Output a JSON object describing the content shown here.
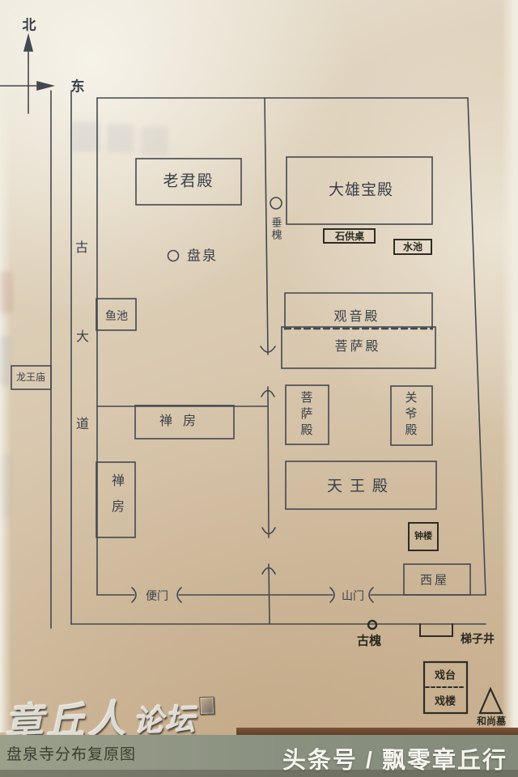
{
  "page": {
    "caption": "盘泉寺分布复原图",
    "credit": "头条号 / 飘零章丘行",
    "watermark": {
      "main": "章丘人",
      "sub": "论坛"
    }
  },
  "compass": {
    "north": "北",
    "east": "东"
  },
  "road": {
    "char1": "古",
    "char2": "大",
    "char3": "道"
  },
  "halls": {
    "laojun": "老君殿",
    "daxiong": "大雄宝殿",
    "shigongzhuo": "石供桌",
    "shuichi": "水池",
    "panquan": "盘泉",
    "chuihuai": "垂槐",
    "yuchi": "鱼池",
    "guanyin": "观音殿",
    "pusa_main": "菩萨殿",
    "pusa_east": "菩萨殿",
    "guanye": "关爷殿",
    "tianwang": "天王殿",
    "chanfang_north": "禅房",
    "chanfang_west": "禅房",
    "zhonglou": "钟楼",
    "xiwu": "西屋"
  },
  "gates": {
    "bianmen": "便门",
    "shanmen": "山门"
  },
  "outside": {
    "longwangmiao": "龙王庙",
    "guhuai": "古槐",
    "tizijing": "梯子井",
    "xitai": "戏台",
    "xilou": "戏楼",
    "heshangmu": "和尚墓"
  },
  "colors": {
    "ink": "#3d434c",
    "ink_dark": "#2b2a21",
    "paper": "#d9c9b2",
    "band": "#8a9080",
    "brown_strip": "#6e4b32",
    "credit_text": "#f5f4ee"
  }
}
